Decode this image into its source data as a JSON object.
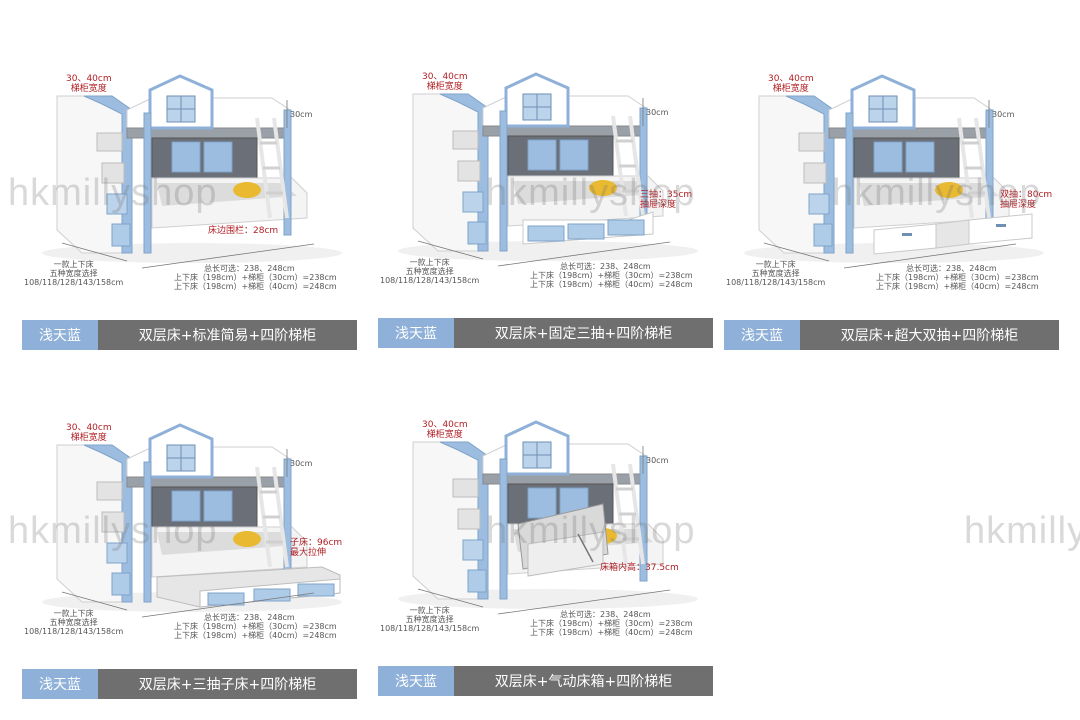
{
  "watermark_text": "hkmillyshop",
  "products": [
    {
      "color_label": "浅天蓝",
      "description": "双层床+标准简易+四阶梯柜",
      "cabinet_width": "30、40cm",
      "cabinet_width_caption": "梯柜宽度",
      "height_label": "30cm",
      "feature_label": "床边围栏：28cm",
      "feature_caption": "",
      "width_note": [
        "一款上下床",
        "五种宽度选择",
        "108/118/128/143/158cm"
      ],
      "length_note": [
        "总长可选：238、248cm",
        "上下床（198cm）+梯柜（30cm）=238cm",
        "上下床（198cm）+梯柜（40cm）=248cm"
      ],
      "variant": "standard"
    },
    {
      "color_label": "浅天蓝",
      "description": "双层床+固定三抽+四阶梯柜",
      "cabinet_width": "30、40cm",
      "cabinet_width_caption": "梯柜宽度",
      "height_label": "30cm",
      "feature_label": "三抽：35cm",
      "feature_caption": "抽屉深度",
      "width_note": [
        "一款上下床",
        "五种宽度选择",
        "108/118/128/143/158cm"
      ],
      "length_note": [
        "总长可选：238、248cm",
        "上下床（198cm）+梯柜（30cm）=238cm",
        "上下床（198cm）+梯柜（40cm）=248cm"
      ],
      "variant": "three-drawers"
    },
    {
      "color_label": "浅天蓝",
      "description": "双层床+超大双抽+四阶梯柜",
      "cabinet_width": "30、40cm",
      "cabinet_width_caption": "梯柜宽度",
      "height_label": "30cm",
      "feature_label": "双抽：80cm",
      "feature_caption": "抽屉深度",
      "width_note": [
        "一款上下床",
        "五种宽度选择",
        "108/118/128/143/158cm"
      ],
      "length_note": [
        "总长可选：238、248cm",
        "上下床（198cm）+梯柜（30cm）=238cm",
        "上下床（198cm）+梯柜（40cm）=248cm"
      ],
      "variant": "two-drawers"
    },
    {
      "color_label": "浅天蓝",
      "description": "双层床+三抽子床+四阶梯柜",
      "cabinet_width": "30、40cm",
      "cabinet_width_caption": "梯柜宽度",
      "height_label": "30cm",
      "feature_label": "子床：96cm",
      "feature_caption": "最大拉伸",
      "width_note": [
        "一款上下床",
        "五种宽度选择",
        "108/118/128/143/158cm"
      ],
      "length_note": [
        "总长可选：238、248cm",
        "上下床（198cm）+梯柜（30cm）=238cm",
        "上下床（198cm）+梯柜（40cm）=248cm"
      ],
      "variant": "trundle"
    },
    {
      "color_label": "浅天蓝",
      "description": "双层床+气动床箱+四阶梯柜",
      "cabinet_width": "30、40cm",
      "cabinet_width_caption": "梯柜宽度",
      "height_label": "30cm",
      "feature_label": "床箱内高：37.5cm",
      "feature_caption": "",
      "width_note": [
        "一款上下床",
        "五种宽度选择",
        "108/118/128/143/158cm"
      ],
      "length_note": [
        "总长可选：238、248cm",
        "上下床（198cm）+梯柜（30cm）=238cm",
        "上下床（198cm）+梯柜（40cm）=248cm"
      ],
      "variant": "storage-box"
    }
  ],
  "colors": {
    "accent_blue": "#8fb0d8",
    "bar_gray": "#6f6f6f",
    "annotation_red": "#b01f24"
  }
}
